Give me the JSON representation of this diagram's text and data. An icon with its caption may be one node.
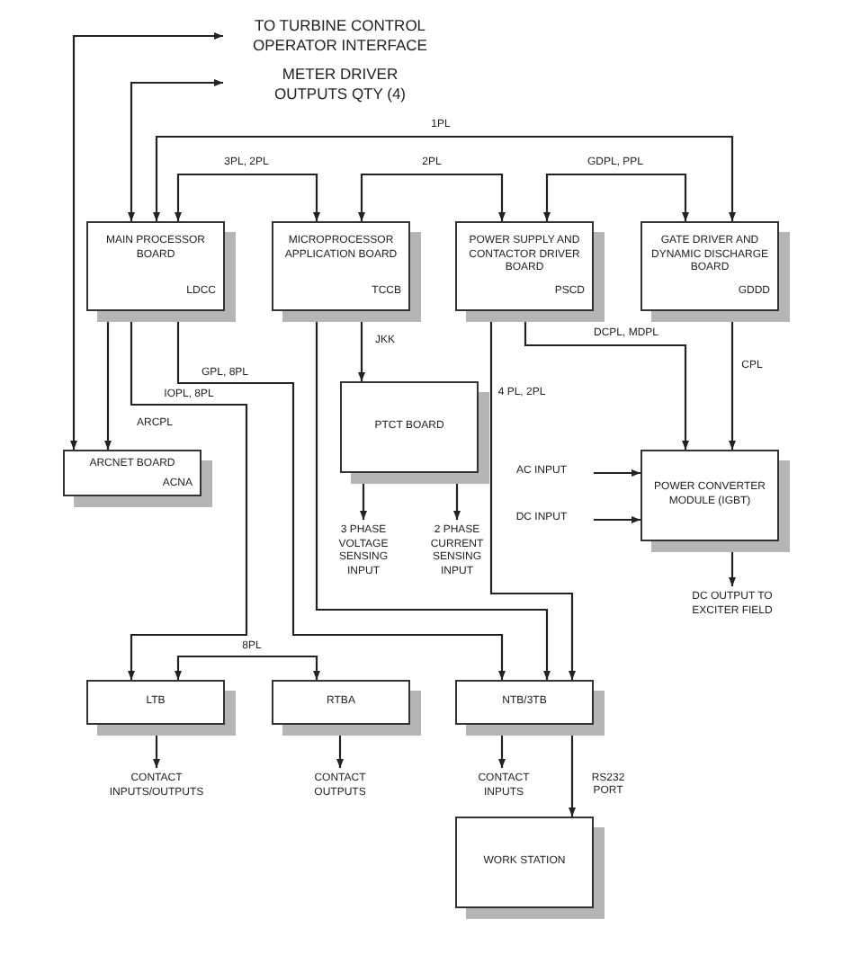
{
  "diagram": {
    "nodes": [
      {
        "text": [
          "MAIN PROCESSOR BOARD",
          "LDCC"
        ]
      },
      {
        "text": [
          "MICROPROCESSOR APPLICATION BOARD",
          "TCCB"
        ]
      },
      {
        "text": [
          "POWER SUPPLY AND CONTACTOR DRIVER BOARD",
          "PSCD"
        ]
      },
      {
        "text": [
          "GATE DRIVER AND DYNAMIC DISCHARGE BOARD",
          "GDDD"
        ]
      },
      {
        "text": [
          "PTCT BOARD"
        ]
      },
      {
        "text": [
          "ARCNET BOARD",
          "ACNA"
        ]
      },
      {
        "text": [
          "POWER CONVERTER MODULE (IGBT)"
        ]
      },
      {
        "text": [
          "LTB"
        ]
      },
      {
        "text": [
          "RTBA"
        ]
      },
      {
        "text": [
          "NTB/3TB"
        ]
      },
      {
        "text": [
          "WORK STATION"
        ]
      },
      {
        "text": [
          "TO TURBINE CONTROL OPERATOR INTERFACE"
        ]
      },
      {
        "text": [
          "METER DRIVER OUTPUTS QTY (4)"
        ]
      },
      {
        "text": [
          "3 PHASE VOLTAGE SENSING INPUT"
        ]
      },
      {
        "text": [
          "2 PHASE CURRENT SENSING INPUT"
        ]
      },
      {
        "text": [
          "AC INPUT"
        ]
      },
      {
        "text": [
          "DC INPUT"
        ]
      },
      {
        "text": [
          "DC OUTPUT TO EXCITER FIELD"
        ]
      },
      {
        "text": [
          "CONTACT INPUTS/OUTPUTS"
        ]
      },
      {
        "text": [
          "CONTACT OUTPUTS"
        ]
      },
      {
        "text": [
          "CONTACT INPUTS"
        ]
      }
    ],
    "edges": [
      {
        "from": 5,
        "to": 11,
        "arrow": "both"
      },
      {
        "from": 0,
        "to": 12,
        "arrow": "both"
      },
      {
        "from": 0,
        "to": 3,
        "arrow": "both",
        "label": "1PL"
      },
      {
        "from": 0,
        "to": 1,
        "arrow": "both",
        "label": "3PL, 2PL"
      },
      {
        "from": 1,
        "to": 2,
        "arrow": "both",
        "label": "2PL"
      },
      {
        "from": 2,
        "to": 3,
        "arrow": "both",
        "label": "GDPL, PPL"
      },
      {
        "from": 0,
        "to": 5,
        "arrow": "to",
        "label": "ARCPL"
      },
      {
        "from": 0,
        "to": 7,
        "arrow": "both",
        "label": "IOPL, 8PL"
      },
      {
        "from": 0,
        "to": 9,
        "arrow": "both",
        "label": "GPL, 8PL"
      },
      {
        "from": 1,
        "to": 9,
        "arrow": "to"
      },
      {
        "from": 1,
        "to": 4,
        "arrow": "to",
        "label": "JKK"
      },
      {
        "from": 2,
        "to": 9,
        "arrow": "to",
        "label": "4 PL, 2PL"
      },
      {
        "from": 2,
        "to": 6,
        "arrow": "both",
        "label": "DCPL, MDPL"
      },
      {
        "from": 3,
        "to": 6,
        "arrow": "to",
        "label": "CPL"
      },
      {
        "from": 4,
        "to": 13,
        "arrow": "to"
      },
      {
        "from": 4,
        "to": 14,
        "arrow": "to"
      },
      {
        "from": 15,
        "to": 6,
        "arrow": "to"
      },
      {
        "from": 16,
        "to": 6,
        "arrow": "to"
      },
      {
        "from": 6,
        "to": 17,
        "arrow": "to"
      },
      {
        "from": 7,
        "to": 8,
        "arrow": "both",
        "label": "8PL"
      },
      {
        "from": 7,
        "to": 18,
        "arrow": "to"
      },
      {
        "from": 8,
        "to": 19,
        "arrow": "to"
      },
      {
        "from": 9,
        "to": 20,
        "arrow": "to"
      },
      {
        "from": 9,
        "to": 10,
        "arrow": "to",
        "label": "RS232 PORT"
      }
    ]
  }
}
